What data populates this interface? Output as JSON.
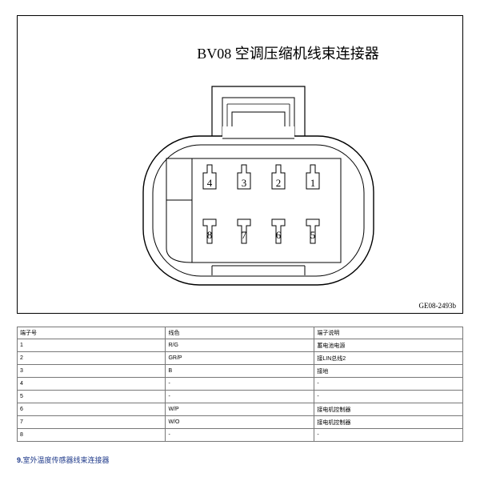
{
  "figure": {
    "title": "BV08 空调压缩机线束连接器",
    "code": "GE08-2493b",
    "top_pins": [
      "4",
      "3",
      "2",
      "1"
    ],
    "bottom_pins": [
      "8",
      "7",
      "6",
      "5"
    ]
  },
  "table": {
    "headers": [
      "端子号",
      "线色",
      "端子说明"
    ],
    "rows": [
      [
        "1",
        "R/G",
        "蓄电池电源"
      ],
      [
        "2",
        "GR/P",
        "接LIN总线2"
      ],
      [
        "3",
        "B",
        "接地"
      ],
      [
        "4",
        "-",
        "-"
      ],
      [
        "5",
        "-",
        "-"
      ],
      [
        "6",
        "W/P",
        "接电机控制器"
      ],
      [
        "7",
        "W/O",
        "接电机控制器"
      ],
      [
        "8",
        "-",
        "-"
      ]
    ]
  },
  "footer": {
    "number": "9.",
    "text": "室外温度传感器线束连接器"
  }
}
